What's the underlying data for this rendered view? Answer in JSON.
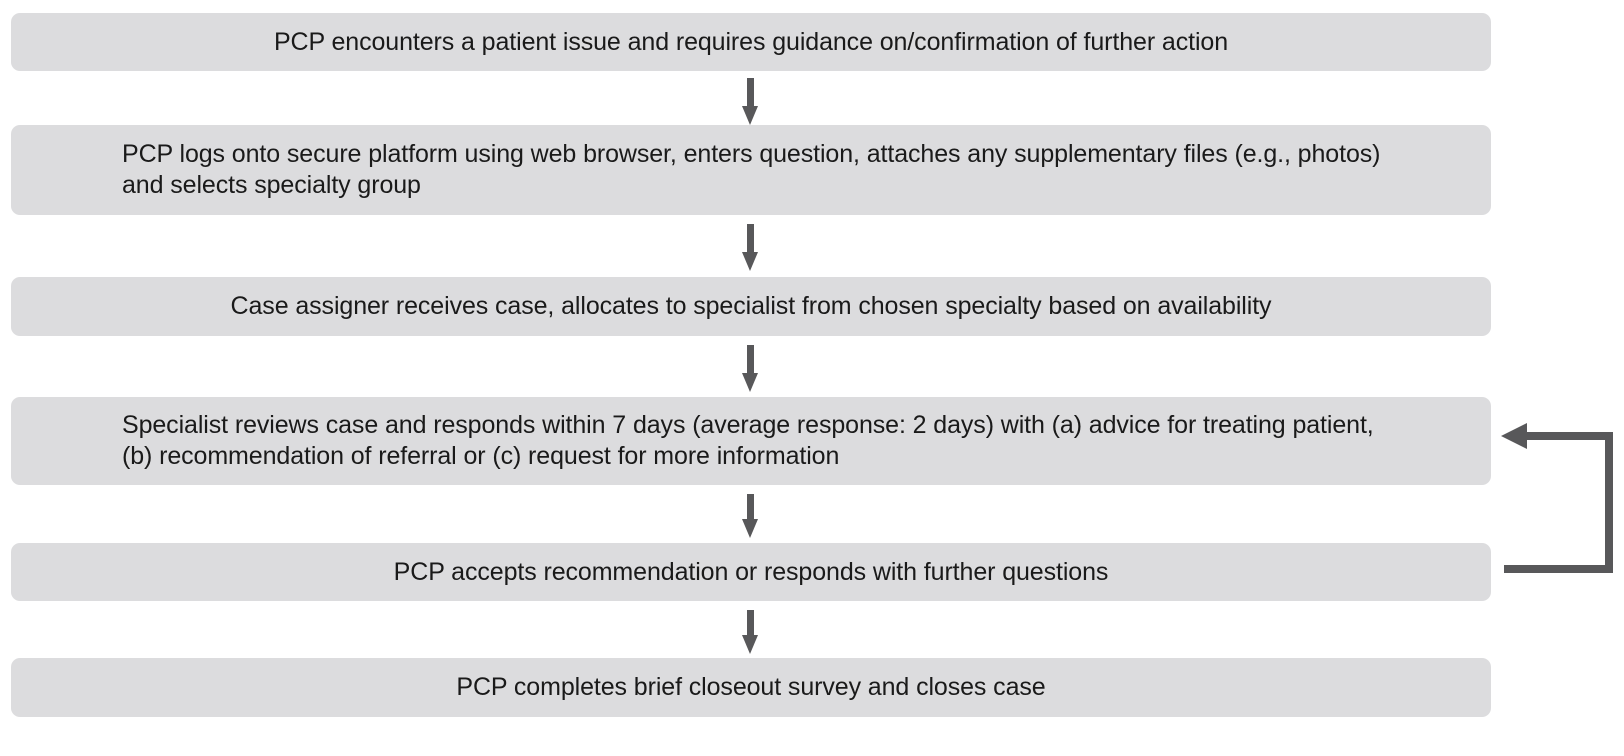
{
  "diagram": {
    "title": "eConsult workflow flowchart",
    "background_color": "#ffffff",
    "node_fill_color": "#dcdcde",
    "connector_color": "#58585a",
    "text_color": "#1a1a1a",
    "nodes": [
      {
        "id": "step-1",
        "text": "PCP encounters a patient issue and requires guidance on/confirmation of further action",
        "align": "center"
      },
      {
        "id": "step-2",
        "text": "PCP logs onto secure platform using web browser, enters question, attaches any supplementary files (e.g., photos)\nand selects specialty group",
        "align": "left"
      },
      {
        "id": "step-3",
        "text": "Case assigner receives case, allocates to specialist from chosen specialty based on availability",
        "align": "center"
      },
      {
        "id": "step-4",
        "text": "Specialist reviews case and responds within 7 days (average response: 2 days) with (a) advice for treating patient,\n(b) recommendation of referral or (c) request for more information",
        "align": "left"
      },
      {
        "id": "step-5",
        "text": "PCP accepts recommendation or responds with further questions",
        "align": "center"
      },
      {
        "id": "step-6",
        "text": "PCP completes brief closeout survey and closes case",
        "align": "center"
      }
    ],
    "connectors": [
      {
        "id": "arrow-1-to-2",
        "from": "step-1",
        "to": "step-2",
        "kind": "down-arrow"
      },
      {
        "id": "arrow-2-to-3",
        "from": "step-2",
        "to": "step-3",
        "kind": "down-arrow"
      },
      {
        "id": "arrow-3-to-4",
        "from": "step-3",
        "to": "step-4",
        "kind": "down-arrow"
      },
      {
        "id": "arrow-4-to-5",
        "from": "step-4",
        "to": "step-5",
        "kind": "down-arrow"
      },
      {
        "id": "arrow-5-to-6",
        "from": "step-5",
        "to": "step-6",
        "kind": "down-arrow"
      },
      {
        "id": "feedback-loop-5-to-4",
        "from": "step-5",
        "to": "step-4",
        "kind": "right-up-left-arrow"
      }
    ]
  }
}
